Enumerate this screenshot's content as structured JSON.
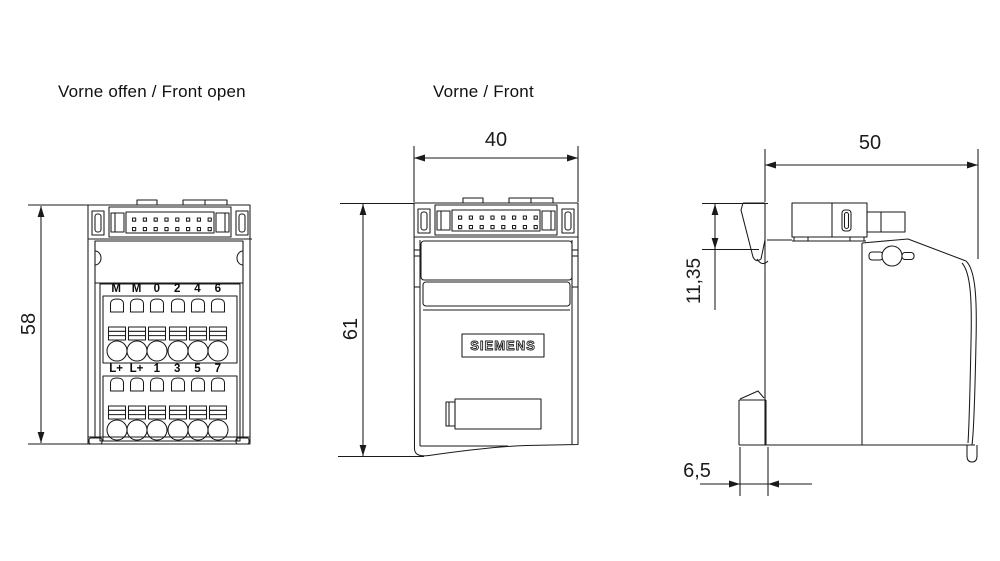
{
  "drawing": {
    "titles": {
      "front_open": "Vorne offen / Front open",
      "front": "Vorne / Front"
    },
    "brand_label": "SIEMENS",
    "line_color": "#1a1a1a",
    "dimensions": {
      "front_open_height": "58",
      "front_width": "40",
      "front_height": "61",
      "side_depth": "50",
      "side_top_offset": "11,35",
      "side_foot_width": "6,5"
    },
    "terminal_rows": [
      {
        "labels": [
          "M",
          "M",
          "0",
          "2",
          "4",
          "6"
        ]
      },
      {
        "labels": [
          "L+",
          "L+",
          "1",
          "3",
          "5",
          "7"
        ]
      }
    ]
  }
}
